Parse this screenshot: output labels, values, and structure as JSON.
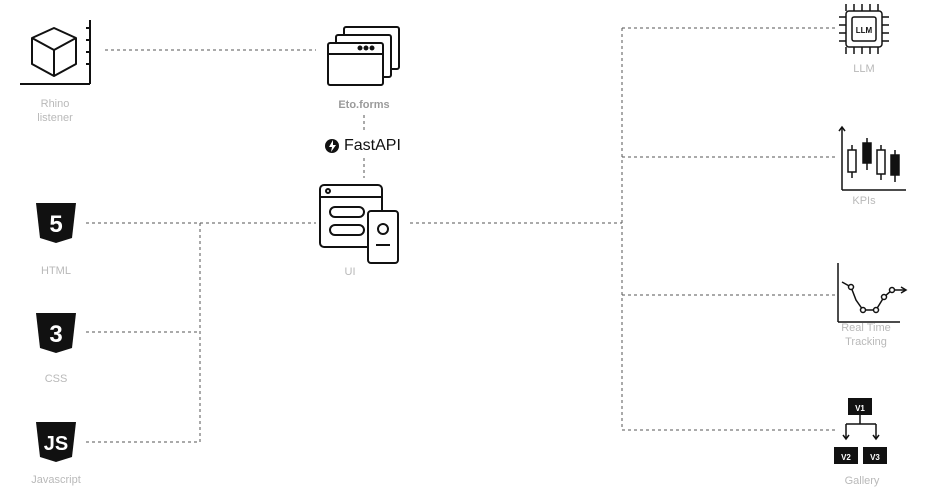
{
  "nodes": {
    "rhino": {
      "label": "Rhino\nlistener",
      "icon": "cube-3d-icon"
    },
    "eto": {
      "label": "Eto.forms",
      "icon": "stacked-windows-icon"
    },
    "fastapi": {
      "label": "FastAPI",
      "icon": "fastapi-bolt-icon"
    },
    "ui": {
      "label": "UI",
      "icon": "ui-window-phone-icon"
    },
    "html": {
      "label": "HTML",
      "icon": "html5-icon",
      "glyph": "5"
    },
    "css": {
      "label": "CSS",
      "icon": "css3-icon",
      "glyph": "3"
    },
    "javascript": {
      "label": "Javascript",
      "icon": "javascript-icon",
      "glyph": "JS"
    },
    "llm": {
      "label": "LLM",
      "icon": "ai-chip-icon",
      "chip_text": "LLM"
    },
    "kpis": {
      "label": "KPIs",
      "icon": "candlestick-chart-icon"
    },
    "tracking": {
      "label": "Real Time\nTracking",
      "icon": "line-tracking-chart-icon"
    },
    "gallery": {
      "label": "Gallery",
      "icon": "version-folders-icon",
      "v1": "V1",
      "v2": "V2",
      "v3": "V3"
    }
  },
  "colors": {
    "label": "#b9b9b9",
    "icon": "#111111",
    "connector": "#555555"
  }
}
